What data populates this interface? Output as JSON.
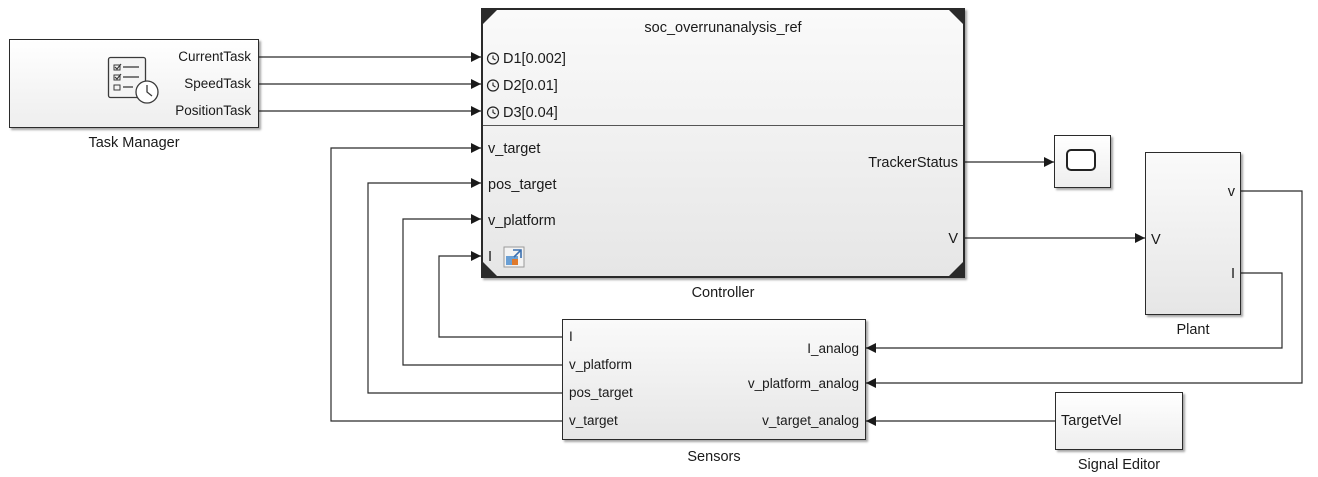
{
  "blocks": {
    "task_manager": {
      "name": "Task Manager",
      "ports": [
        "CurrentTask",
        "SpeedTask",
        "PositionTask"
      ],
      "icon": "task-list-clock-icon"
    },
    "controller": {
      "name": "Controller",
      "model_ref": "soc_overrunanalysis_ref",
      "event_ports": [
        "D1[0.002]",
        "D2[0.01]",
        "D3[0.04]"
      ],
      "inputs": [
        "v_target",
        "pos_target",
        "v_platform",
        "I"
      ],
      "outputs": [
        "TrackerStatus",
        "V"
      ],
      "icons": [
        "clock-icon",
        "model-reference-icon"
      ]
    },
    "scope": {
      "icon": "scope-icon"
    },
    "plant": {
      "name": "Plant",
      "inputs": [
        "V"
      ],
      "outputs": [
        "v",
        "I"
      ]
    },
    "sensors": {
      "name": "Sensors",
      "inputs": [
        "I_analog",
        "v_platform_analog",
        "v_target_analog"
      ],
      "outputs": [
        "I",
        "v_platform",
        "pos_target",
        "v_target"
      ]
    },
    "signal_editor": {
      "name": "Signal Editor",
      "output_label": "TargetVel"
    }
  },
  "colors": {
    "line": "#2b2b2b",
    "block_border": "#2b2b2b"
  }
}
